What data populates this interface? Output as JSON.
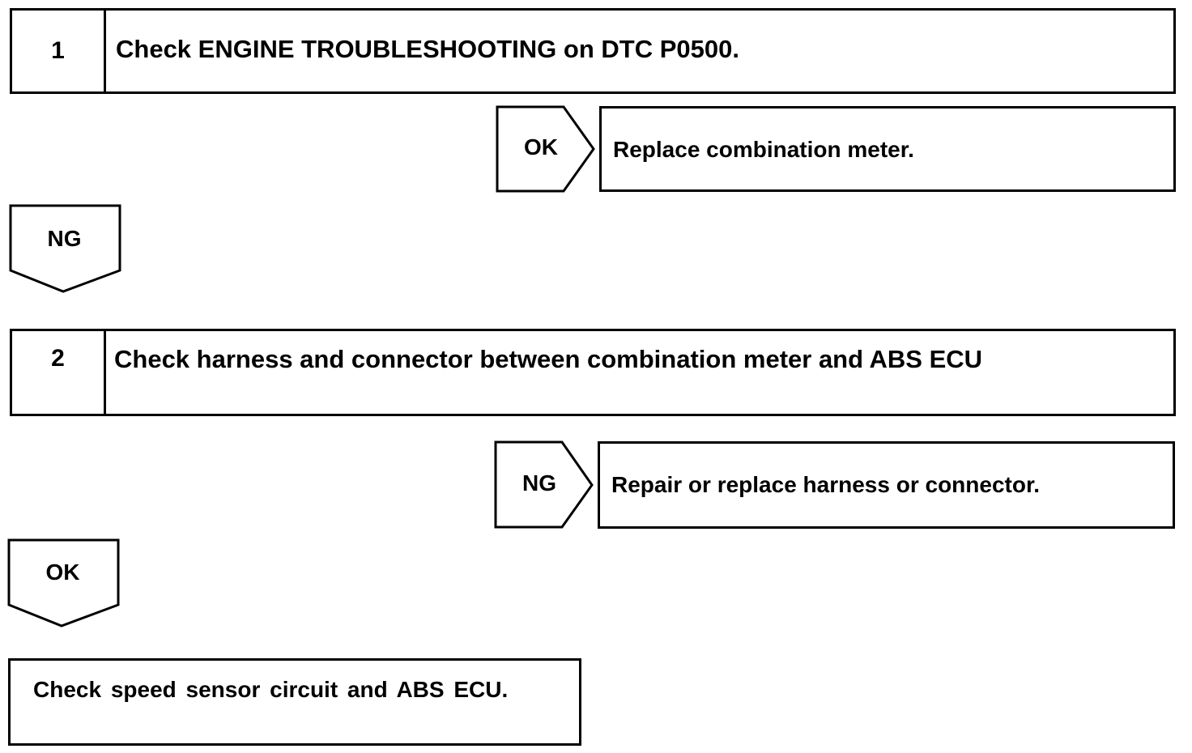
{
  "step1": {
    "number": "1",
    "title": "Check ENGINE TROUBLESHOOTING on DTC P0500."
  },
  "step1_ok": {
    "label": "OK",
    "result": "Replace combination meter."
  },
  "step1_ng": {
    "label": "NG"
  },
  "step2": {
    "number": "2",
    "title": "Check harness and connector between combination meter and ABS ECU"
  },
  "step2_ng": {
    "label": "NG",
    "result": "Repair or replace harness or connector."
  },
  "step2_ok": {
    "label": "OK"
  },
  "final": {
    "text": "Check speed sensor circuit and ABS ECU."
  }
}
